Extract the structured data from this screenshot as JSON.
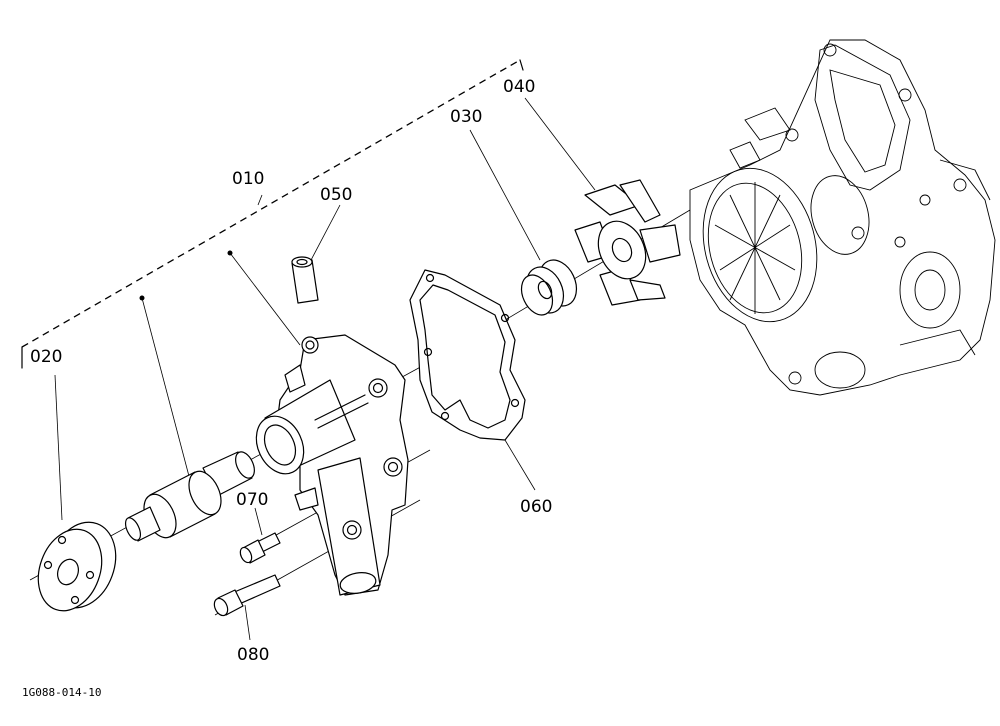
{
  "callouts": {
    "p010": "010",
    "p020": "020",
    "p030": "030",
    "p040": "040",
    "p050": "050",
    "p060": "060",
    "p070": "070",
    "p080": "080"
  },
  "figure_id": "1G088-014-10"
}
